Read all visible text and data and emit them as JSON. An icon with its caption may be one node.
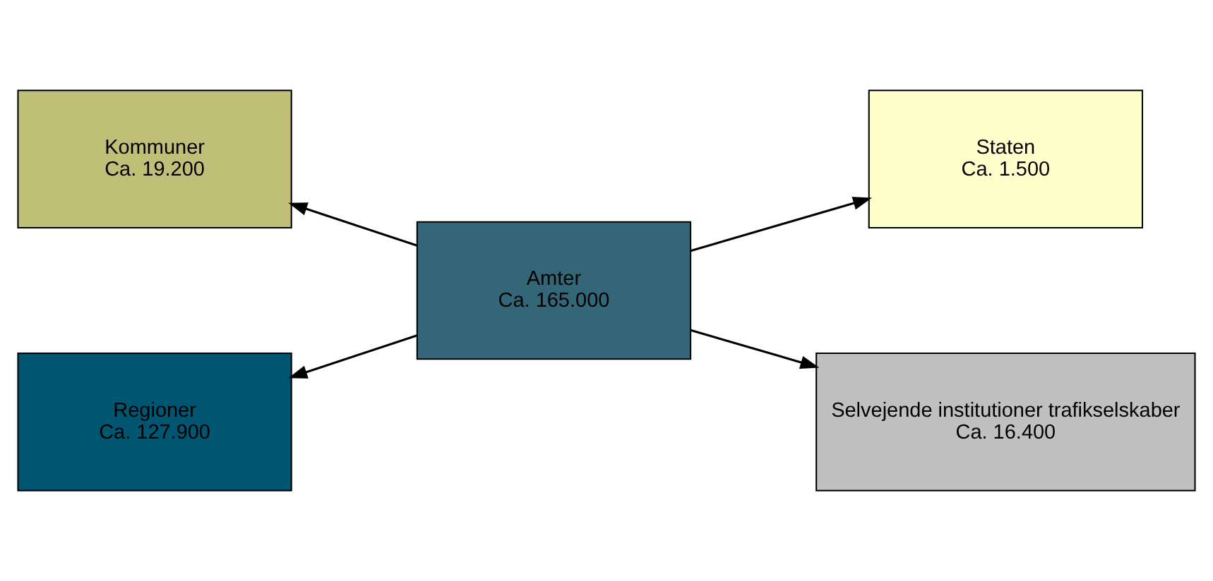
{
  "diagram": {
    "nodes": [
      {
        "text": [
          "Kommuner",
          "Ca. 19.200"
        ]
      },
      {
        "text": [
          "Staten",
          "Ca. 1.500"
        ]
      },
      {
        "text": [
          "Amter",
          "Ca. 165.000"
        ]
      },
      {
        "text": [
          "Regioner",
          "Ca. 127.900"
        ]
      },
      {
        "text": [
          "Selvejende institutioner trafikselskaber",
          "Ca. 16.400"
        ]
      }
    ],
    "edges": [
      {
        "from": 2,
        "to": 0,
        "arrow": "to"
      },
      {
        "from": 2,
        "to": 1,
        "arrow": "to"
      },
      {
        "from": 2,
        "to": 3,
        "arrow": "to"
      },
      {
        "from": 2,
        "to": 4,
        "arrow": "to"
      }
    ]
  }
}
